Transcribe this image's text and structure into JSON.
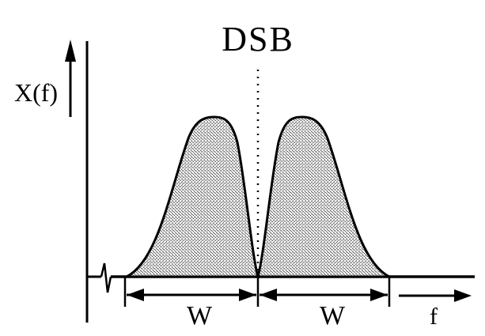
{
  "title": "DSB",
  "y_axis_label": "X(f)",
  "x_axis_label": "f",
  "bandwidth_labels": [
    "W",
    "W"
  ],
  "colors": {
    "stroke": "#000000",
    "fill": "#b8b8b8",
    "background": "#ffffff"
  }
}
